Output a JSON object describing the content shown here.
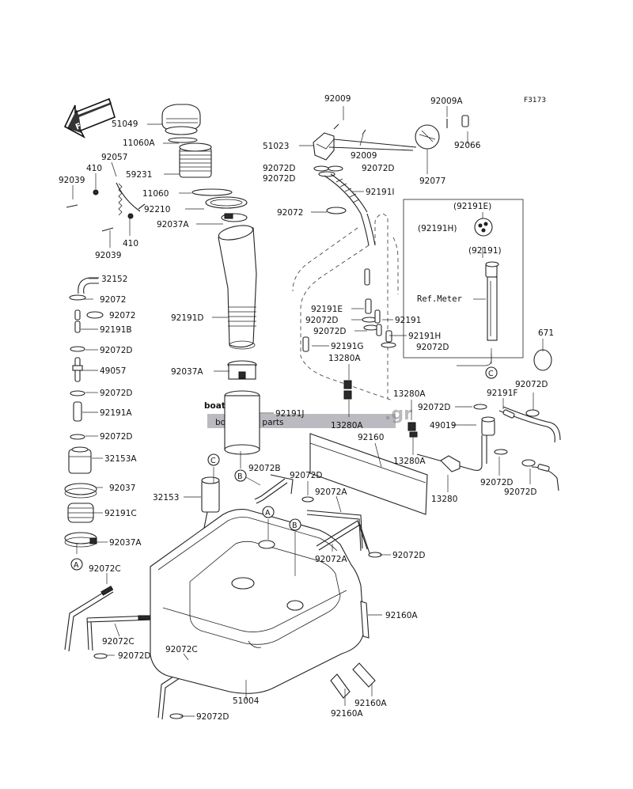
{
  "figure_code": "F3173",
  "front_label": "FRONT",
  "ref_meter": "Ref.Meter",
  "watermark": {
    "brand": "boatsp",
    "tld": ".gr",
    "tagline": "boat spare parts"
  },
  "parts": [
    {
      "id": "p51049",
      "label": "51049"
    },
    {
      "id": "p11060A",
      "label": "11060A"
    },
    {
      "id": "p92057",
      "label": "92057"
    },
    {
      "id": "p59231",
      "label": "59231"
    },
    {
      "id": "p410a",
      "label": "410"
    },
    {
      "id": "p92039a",
      "label": "92039"
    },
    {
      "id": "p11060",
      "label": "11060"
    },
    {
      "id": "p92210",
      "label": "92210"
    },
    {
      "id": "p92037A_top",
      "label": "92037A"
    },
    {
      "id": "p410b",
      "label": "410"
    },
    {
      "id": "p92039b",
      "label": "92039"
    },
    {
      "id": "p32152",
      "label": "32152"
    },
    {
      "id": "p92072_l1",
      "label": "92072"
    },
    {
      "id": "p92072_l2",
      "label": "92072"
    },
    {
      "id": "p92191B",
      "label": "92191B"
    },
    {
      "id": "p92191D",
      "label": "92191D"
    },
    {
      "id": "p92072D_l1",
      "label": "92072D"
    },
    {
      "id": "p49057",
      "label": "49057"
    },
    {
      "id": "p92037A_mid",
      "label": "92037A"
    },
    {
      "id": "p92072D_l2",
      "label": "92072D"
    },
    {
      "id": "p92191A",
      "label": "92191A"
    },
    {
      "id": "p92191J",
      "label": "92191J"
    },
    {
      "id": "p92072D_l3",
      "label": "92072D"
    },
    {
      "id": "p32153A",
      "label": "32153A"
    },
    {
      "id": "p92072B",
      "label": "92072B"
    },
    {
      "id": "p92037",
      "label": "92037"
    },
    {
      "id": "p32153",
      "label": "32153"
    },
    {
      "id": "p92191C",
      "label": "92191C"
    },
    {
      "id": "p92037A_low",
      "label": "92037A"
    },
    {
      "id": "p92072C_a",
      "label": "92072C"
    },
    {
      "id": "p92072C_b",
      "label": "92072C"
    },
    {
      "id": "p92072D_l4",
      "label": "92072D"
    },
    {
      "id": "p92072C_c",
      "label": "92072C"
    },
    {
      "id": "p51004",
      "label": "51004"
    },
    {
      "id": "p92072D_l5",
      "label": "92072D"
    },
    {
      "id": "p92009_a",
      "label": "92009"
    },
    {
      "id": "p92009A",
      "label": "92009A"
    },
    {
      "id": "p51023",
      "label": "51023"
    },
    {
      "id": "p92009_b",
      "label": "92009"
    },
    {
      "id": "p92066",
      "label": "92066"
    },
    {
      "id": "p92072D_c1",
      "label": "92072D"
    },
    {
      "id": "p92072D_c2",
      "label": "92072D"
    },
    {
      "id": "p92072D_c3",
      "label": "92072D"
    },
    {
      "id": "p92077",
      "label": "92077"
    },
    {
      "id": "p92191I",
      "label": "92191I"
    },
    {
      "id": "p92072_c",
      "label": "92072"
    },
    {
      "id": "p92191E_paren",
      "label": "(92191E)"
    },
    {
      "id": "p92191H_paren",
      "label": "(92191H)"
    },
    {
      "id": "p92191_paren",
      "label": "(92191)"
    },
    {
      "id": "p92191E",
      "label": "92191E"
    },
    {
      "id": "p92072D_c4",
      "label": "92072D"
    },
    {
      "id": "p92191",
      "label": "92191"
    },
    {
      "id": "p92072D_c5",
      "label": "92072D"
    },
    {
      "id": "p92191H",
      "label": "92191H"
    },
    {
      "id": "p92072D_c6",
      "label": "92072D"
    },
    {
      "id": "p92191G",
      "label": "92191G"
    },
    {
      "id": "p671",
      "label": "671"
    },
    {
      "id": "p13280A_1",
      "label": "13280A"
    },
    {
      "id": "p92072D_r1",
      "label": "92072D"
    },
    {
      "id": "p13280A_2",
      "label": "13280A"
    },
    {
      "id": "p92191F",
      "label": "92191F"
    },
    {
      "id": "p92072D_r2",
      "label": "92072D"
    },
    {
      "id": "p13280A_3",
      "label": "13280A"
    },
    {
      "id": "p49019",
      "label": "49019"
    },
    {
      "id": "p92160",
      "label": "92160"
    },
    {
      "id": "p13280A_4",
      "label": "13280A"
    },
    {
      "id": "p92072D_r3",
      "label": "92072D"
    },
    {
      "id": "p92072D_r4",
      "label": "92072D"
    },
    {
      "id": "p92072D_m1",
      "label": "92072D"
    },
    {
      "id": "p13280",
      "label": "13280"
    },
    {
      "id": "p92072A_1",
      "label": "92072A"
    },
    {
      "id": "p92072A_2",
      "label": "92072A"
    },
    {
      "id": "p92072D_m2",
      "label": "92072D"
    },
    {
      "id": "p92160A_1",
      "label": "92160A"
    },
    {
      "id": "p92160A_2",
      "label": "92160A"
    },
    {
      "id": "p92160A_3",
      "label": "92160A"
    }
  ],
  "refs": [
    {
      "id": "refC_top",
      "label": "C"
    },
    {
      "id": "refB_top",
      "label": "B"
    },
    {
      "id": "refA_left",
      "label": "A"
    },
    {
      "id": "refA_tank",
      "label": "A"
    },
    {
      "id": "refB_tank",
      "label": "B"
    },
    {
      "id": "refC_meter",
      "label": "C"
    }
  ]
}
